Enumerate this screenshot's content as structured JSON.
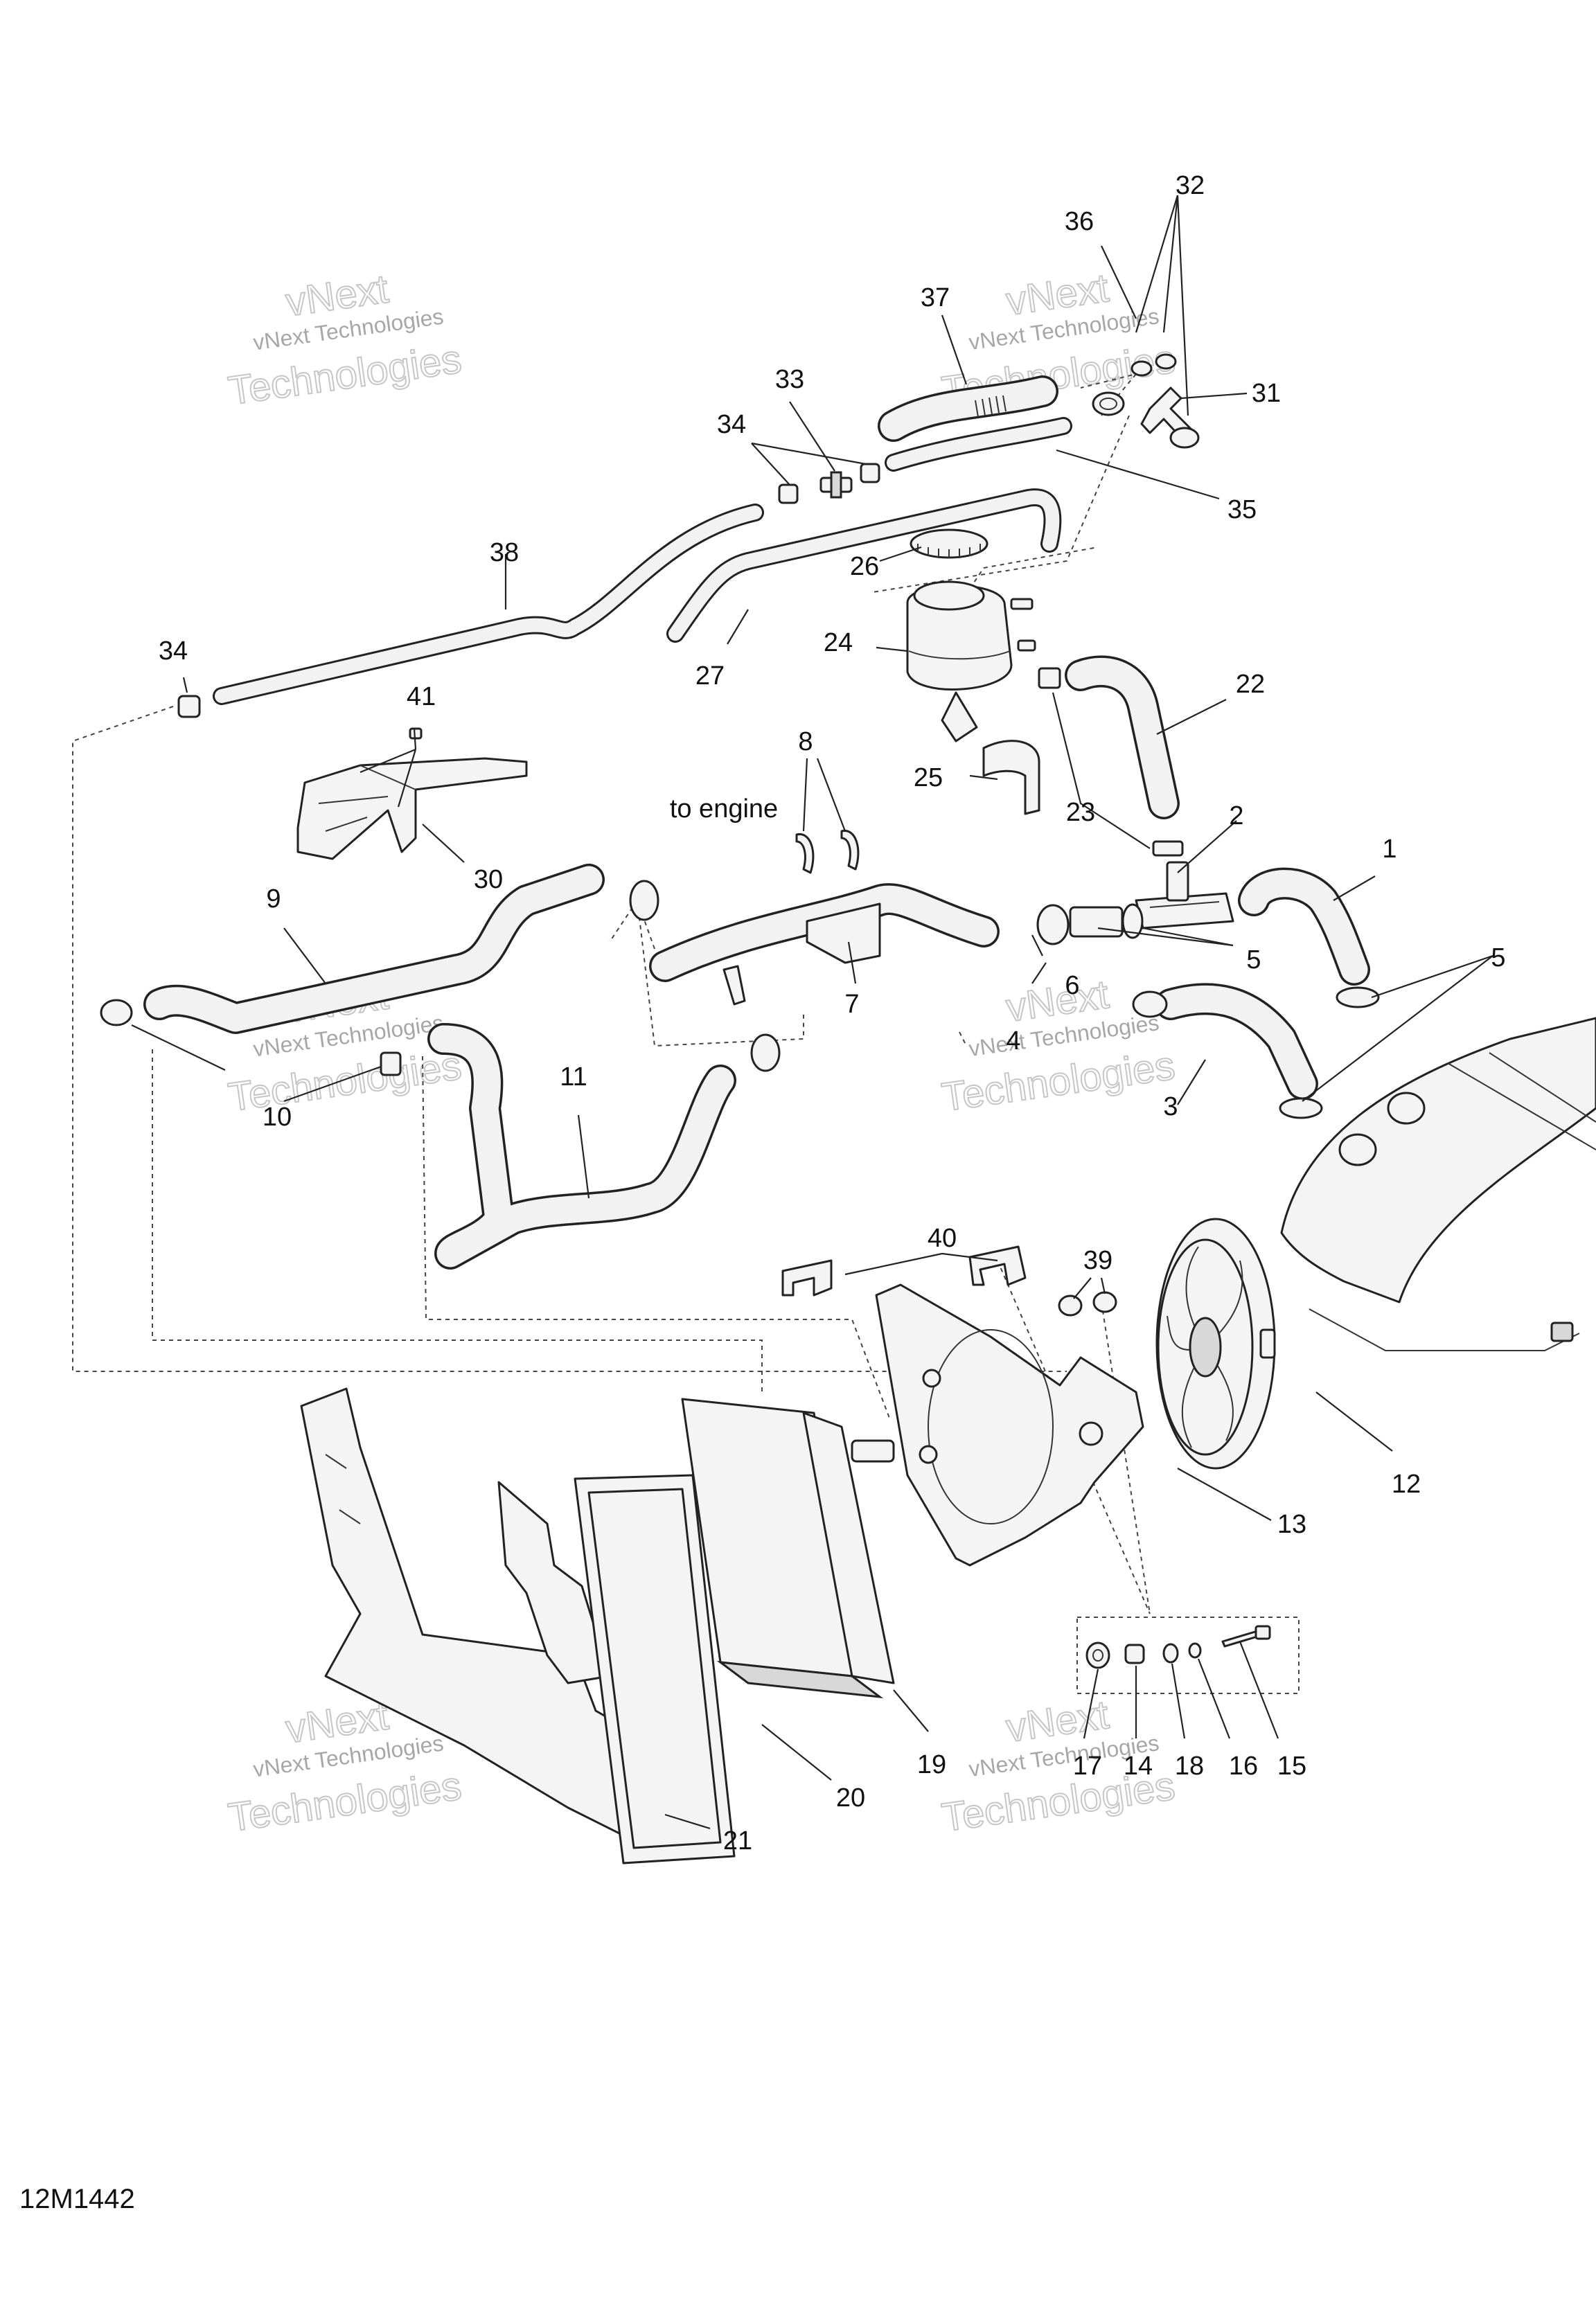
{
  "diagram": {
    "reference_code": "12M1442",
    "note_to_engine": "to engine",
    "watermark": {
      "line1": "vNext Technologies",
      "line2": "vNext",
      "line3": "Technologies"
    },
    "callouts": {
      "c1": "1",
      "c2": "2",
      "c3": "3",
      "c5a": "5",
      "c5b": "5",
      "c6": "6",
      "c7": "7",
      "c8": "8",
      "c9": "9",
      "c10": "10",
      "c11": "11",
      "c12": "12",
      "c13": "13",
      "c14": "14",
      "c15": "15",
      "c16": "16",
      "c17": "17",
      "c18": "18",
      "c19": "19",
      "c20": "20",
      "c21": "21",
      "c22": "22",
      "c23": "23",
      "c24": "24",
      "c25": "25",
      "c26": "26",
      "c27": "27",
      "c30": "30",
      "c31": "31",
      "c32": "32",
      "c33": "33",
      "c34a": "34",
      "c34b": "34",
      "c35": "35",
      "c36": "36",
      "c37": "37",
      "c38": "38",
      "c39": "39",
      "c40": "40",
      "c41": "41",
      "c4": "4"
    }
  }
}
